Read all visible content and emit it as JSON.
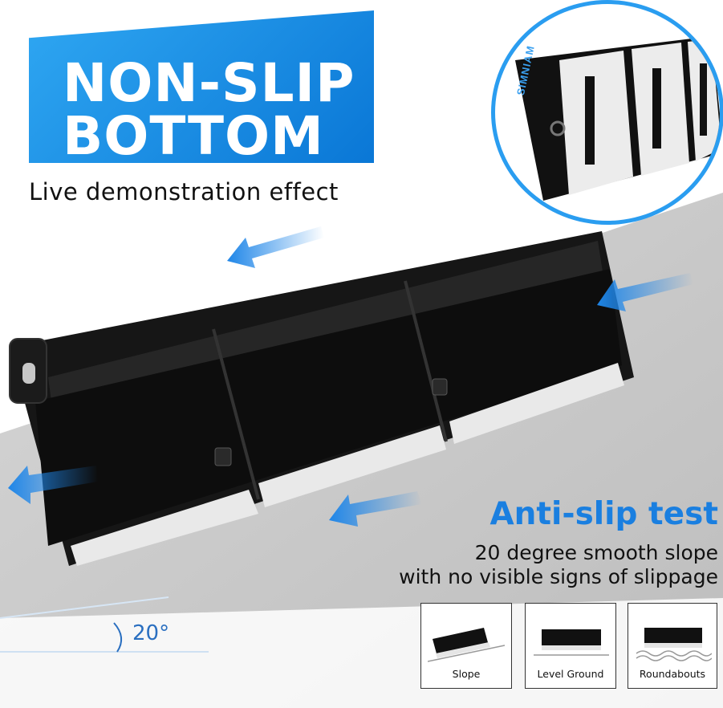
{
  "banner": {
    "line1": "NON-SLIP",
    "line2": "BOTTOM"
  },
  "subtitle": "Live demonstration effect",
  "brand": "SIMNIAM",
  "test": {
    "title": "Anti-slip test",
    "line1": "20 degree smooth slope",
    "line2": "with no visible signs of slippage"
  },
  "angle": "20°",
  "modes": [
    {
      "label": "Slope",
      "icon": "organizer-on-slope-icon"
    },
    {
      "label": "Level Ground",
      "icon": "organizer-on-level-ground-icon"
    },
    {
      "label": "Roundabouts",
      "icon": "organizer-on-roundabout-icon"
    }
  ],
  "colors": {
    "accent_blue": "#1a7fe0",
    "banner_blue": "#2fa7f2",
    "slope_gray": "#c9c9c9",
    "organizer_black": "#111111",
    "reflective_strip": "#e9e9e9"
  }
}
